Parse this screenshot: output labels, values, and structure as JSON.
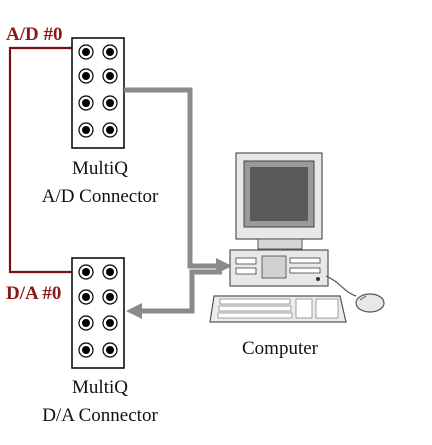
{
  "labels": {
    "ad_port": "A/D #0",
    "da_port": "D/A #0",
    "ad_connector_line1": "MultiQ",
    "ad_connector_line2": "A/D Connector",
    "da_connector_line1": "MultiQ",
    "da_connector_line2": "D/A Connector",
    "computer": "Computer"
  },
  "colors": {
    "wire": "#7a0f0f",
    "arrow": "#8a8a8a",
    "connector_border": "#000000",
    "computer_body": "#e8e8e8",
    "screen": "#5a5a5a"
  },
  "icons": {
    "computer": "desktop-computer-icon",
    "mouse": "mouse-icon",
    "keyboard": "keyboard-icon"
  }
}
